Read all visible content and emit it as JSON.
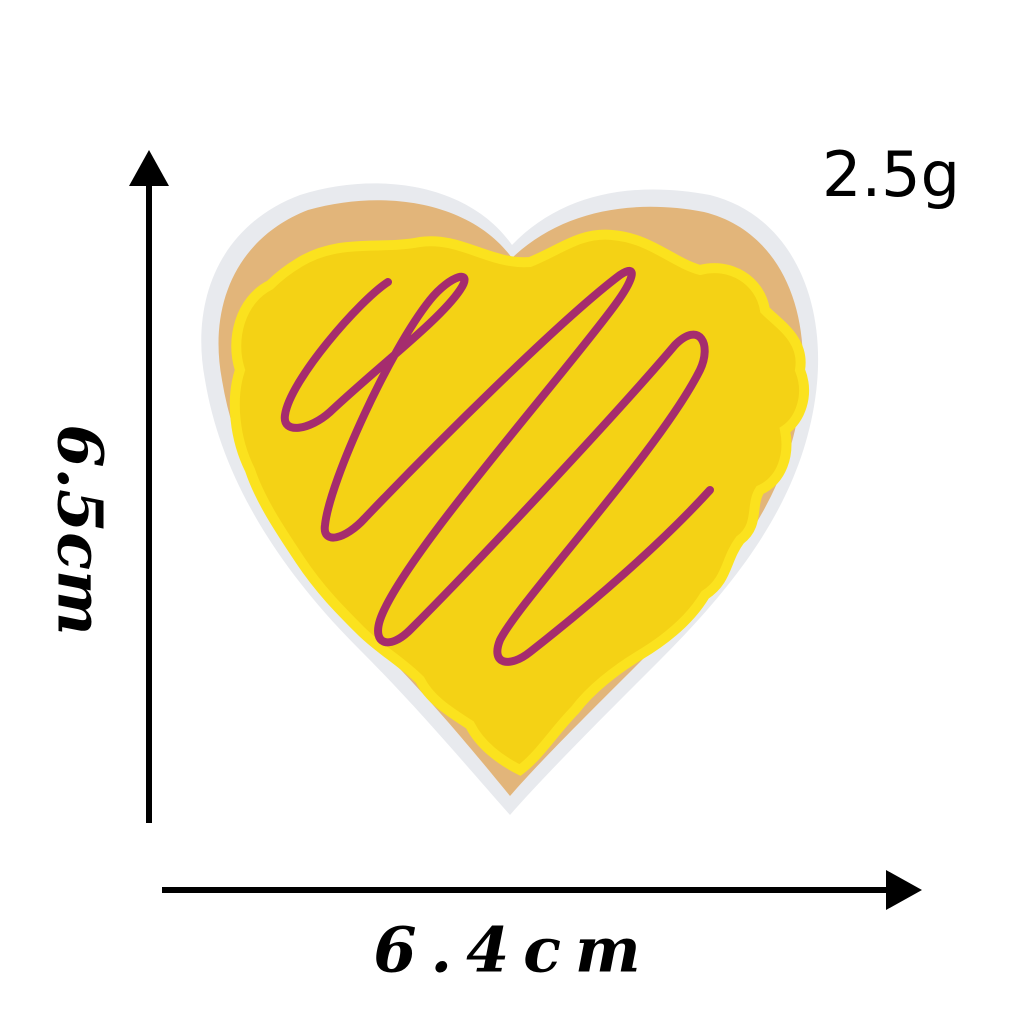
{
  "product": {
    "weight_label": "2.5g",
    "height_label": "6.5cm",
    "width_label": "6.4cm",
    "patch_description_icon": "heart-cookie-patch"
  },
  "colors": {
    "edge": "#e8eaee",
    "cookie": "#e2b57a",
    "icing": "#f4d215",
    "icing_outline": "#fbe21e",
    "drizzle": "#a52c6e",
    "arrow": "#000000"
  }
}
